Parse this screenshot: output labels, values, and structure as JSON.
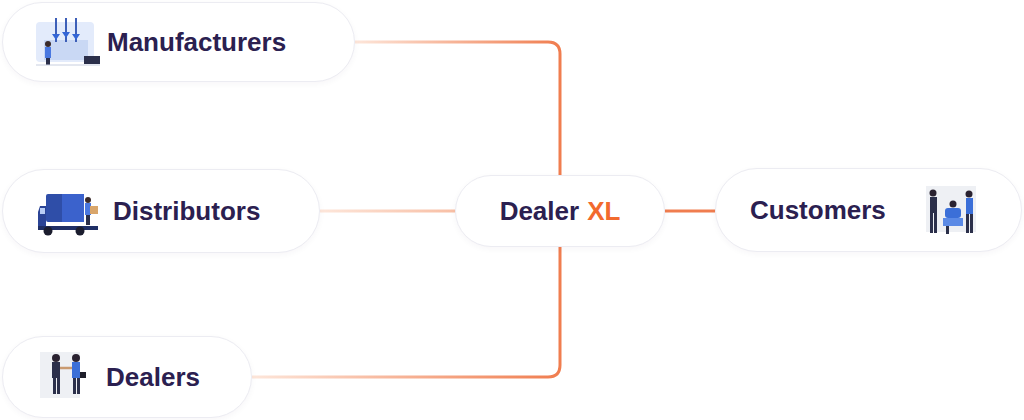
{
  "diagram": {
    "nodes": [
      {
        "text": [
          "Manufacturers"
        ]
      },
      {
        "text": [
          "Distributors"
        ]
      },
      {
        "text": [
          "Dealers"
        ]
      },
      {
        "text": [
          "Dealer",
          "XL"
        ]
      },
      {
        "text": [
          "Customers"
        ]
      }
    ],
    "edges": [
      {
        "from": 0,
        "to": 3,
        "arrow": "none"
      },
      {
        "from": 1,
        "to": 3,
        "arrow": "none"
      },
      {
        "from": 2,
        "to": 3,
        "arrow": "none"
      },
      {
        "from": 3,
        "to": 4,
        "arrow": "none"
      }
    ]
  }
}
